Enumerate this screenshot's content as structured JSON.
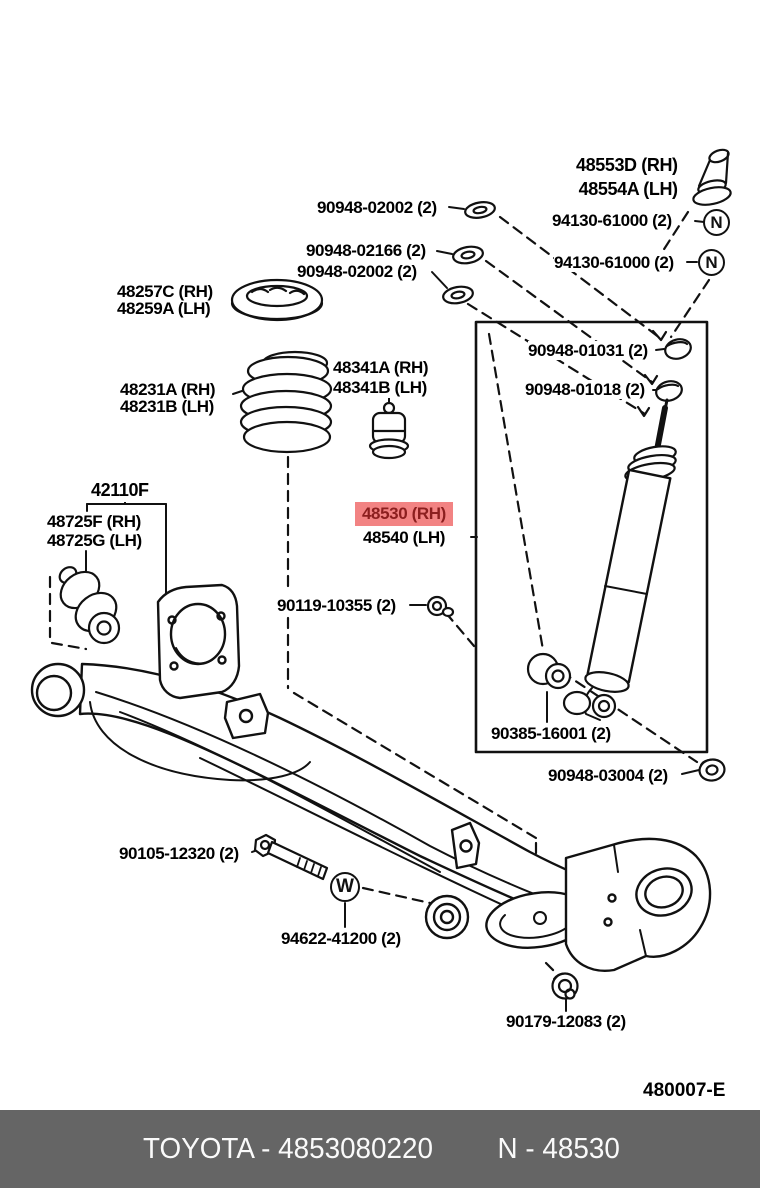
{
  "diagram": {
    "code": "480007-E",
    "highlight": {
      "bg": "#f28383",
      "text_color": "#8c1f1f"
    },
    "labels": {
      "cap_rh": "48553D (RH)",
      "cap_lh": "48554A (LH)",
      "nut_94130_top": "94130-61000 (2)",
      "nut_94130_bottom": "94130-61000 (2)",
      "washer_top": "90948-02002 (2)",
      "washer_mid": "90948-02166 (2)",
      "washer_bottom": "90948-02002 (2)",
      "seat_rh": "48257C (RH)",
      "seat_lh": "48259A (LH)",
      "spring_rh": "48231A (RH)",
      "spring_lh": "48231B (LH)",
      "bump_rh": "48341A (RH)",
      "bump_lh": "48341B (LH)",
      "cushion_upper": "90948-01031 (2)",
      "cushion_lower": "90948-01018 (2)",
      "beam": "42110F",
      "beam_bushing_rh": "48725F (RH)",
      "beam_bushing_lh": "48725G (LH)",
      "shock_rh": "48530 (RH)",
      "shock_lh": "48540 (LH)",
      "shock_nut": "90119-10355 (2)",
      "collar": "90385-16001 (2)",
      "retainer": "90948-03004 (2)",
      "bolt": "90105-12320 (2)",
      "spring_washer": "94622-41200 (2)",
      "flange_nut": "90179-12083 (2)"
    },
    "markers": {
      "nut_symbol": "N",
      "washer_symbol": "W"
    }
  },
  "footer": {
    "bg": "#656565",
    "brand_part": "TOYOTA - 4853080220",
    "part_ref": "N - 48530"
  }
}
